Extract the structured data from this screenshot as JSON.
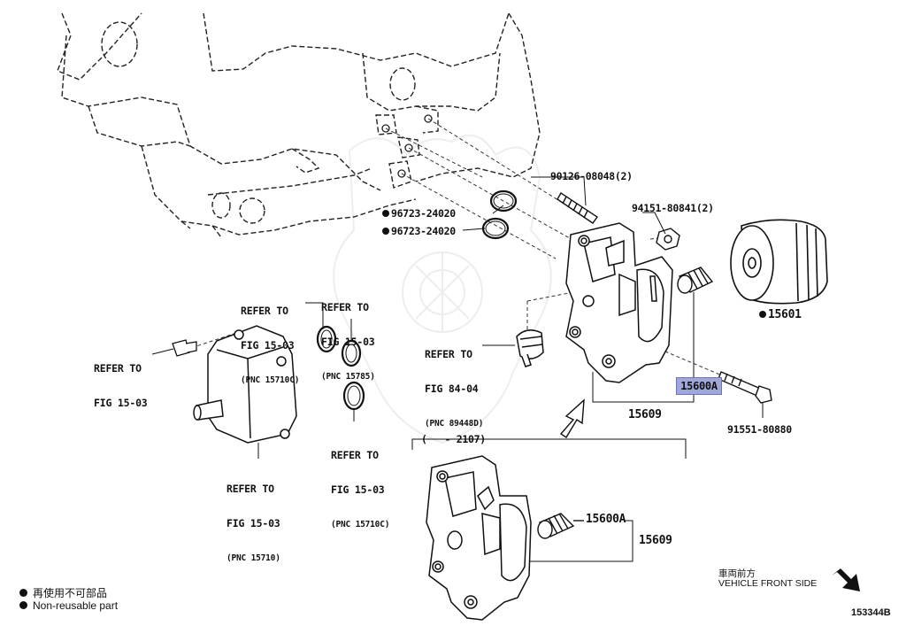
{
  "labels": {
    "stud": "90126-08048(2)",
    "nut": "94151-80841(2)",
    "oring_a": "96723-24020",
    "oring_b": "96723-24020",
    "filter": "15601",
    "highlight": "15600A",
    "bolt": "91551-80880",
    "bracket": "15609",
    "date_range": "(   - 2107)",
    "inset_plug": "15600A",
    "inset_bracket": "15609",
    "ref_cooler_bolt": {
      "line1": "REFER TO",
      "line2": "FIG 15-03"
    },
    "ref_upper_left": {
      "line1": "REFER TO",
      "line2": "FIG 15-03",
      "line3": "(PNC 15710C)"
    },
    "ref_upper_mid": {
      "line1": "REFER TO",
      "line2": "FIG 15-03",
      "line3": "(PNC 15785)"
    },
    "ref_sensor": {
      "line1": "REFER TO",
      "line2": "FIG 84-04",
      "line3": "(PNC 89448D)"
    },
    "ref_cooler": {
      "line1": "REFER TO",
      "line2": "FIG 15-03",
      "line3": "(PNC 15710)"
    },
    "ref_lower_mid": {
      "line1": "REFER TO",
      "line2": "FIG 15-03",
      "line3": "(PNC 15710C)"
    }
  },
  "legend": {
    "jp": "再使用不可部品",
    "en": "Non-reusable part"
  },
  "vehicle_front": {
    "jp": "車両前方",
    "en": "VEHICLE FRONT SIDE"
  },
  "diagram_code": "153344B",
  "colors": {
    "highlight_fill": "#9fa6d8",
    "highlight_border": "#6c74b8",
    "ink": "#111111"
  }
}
